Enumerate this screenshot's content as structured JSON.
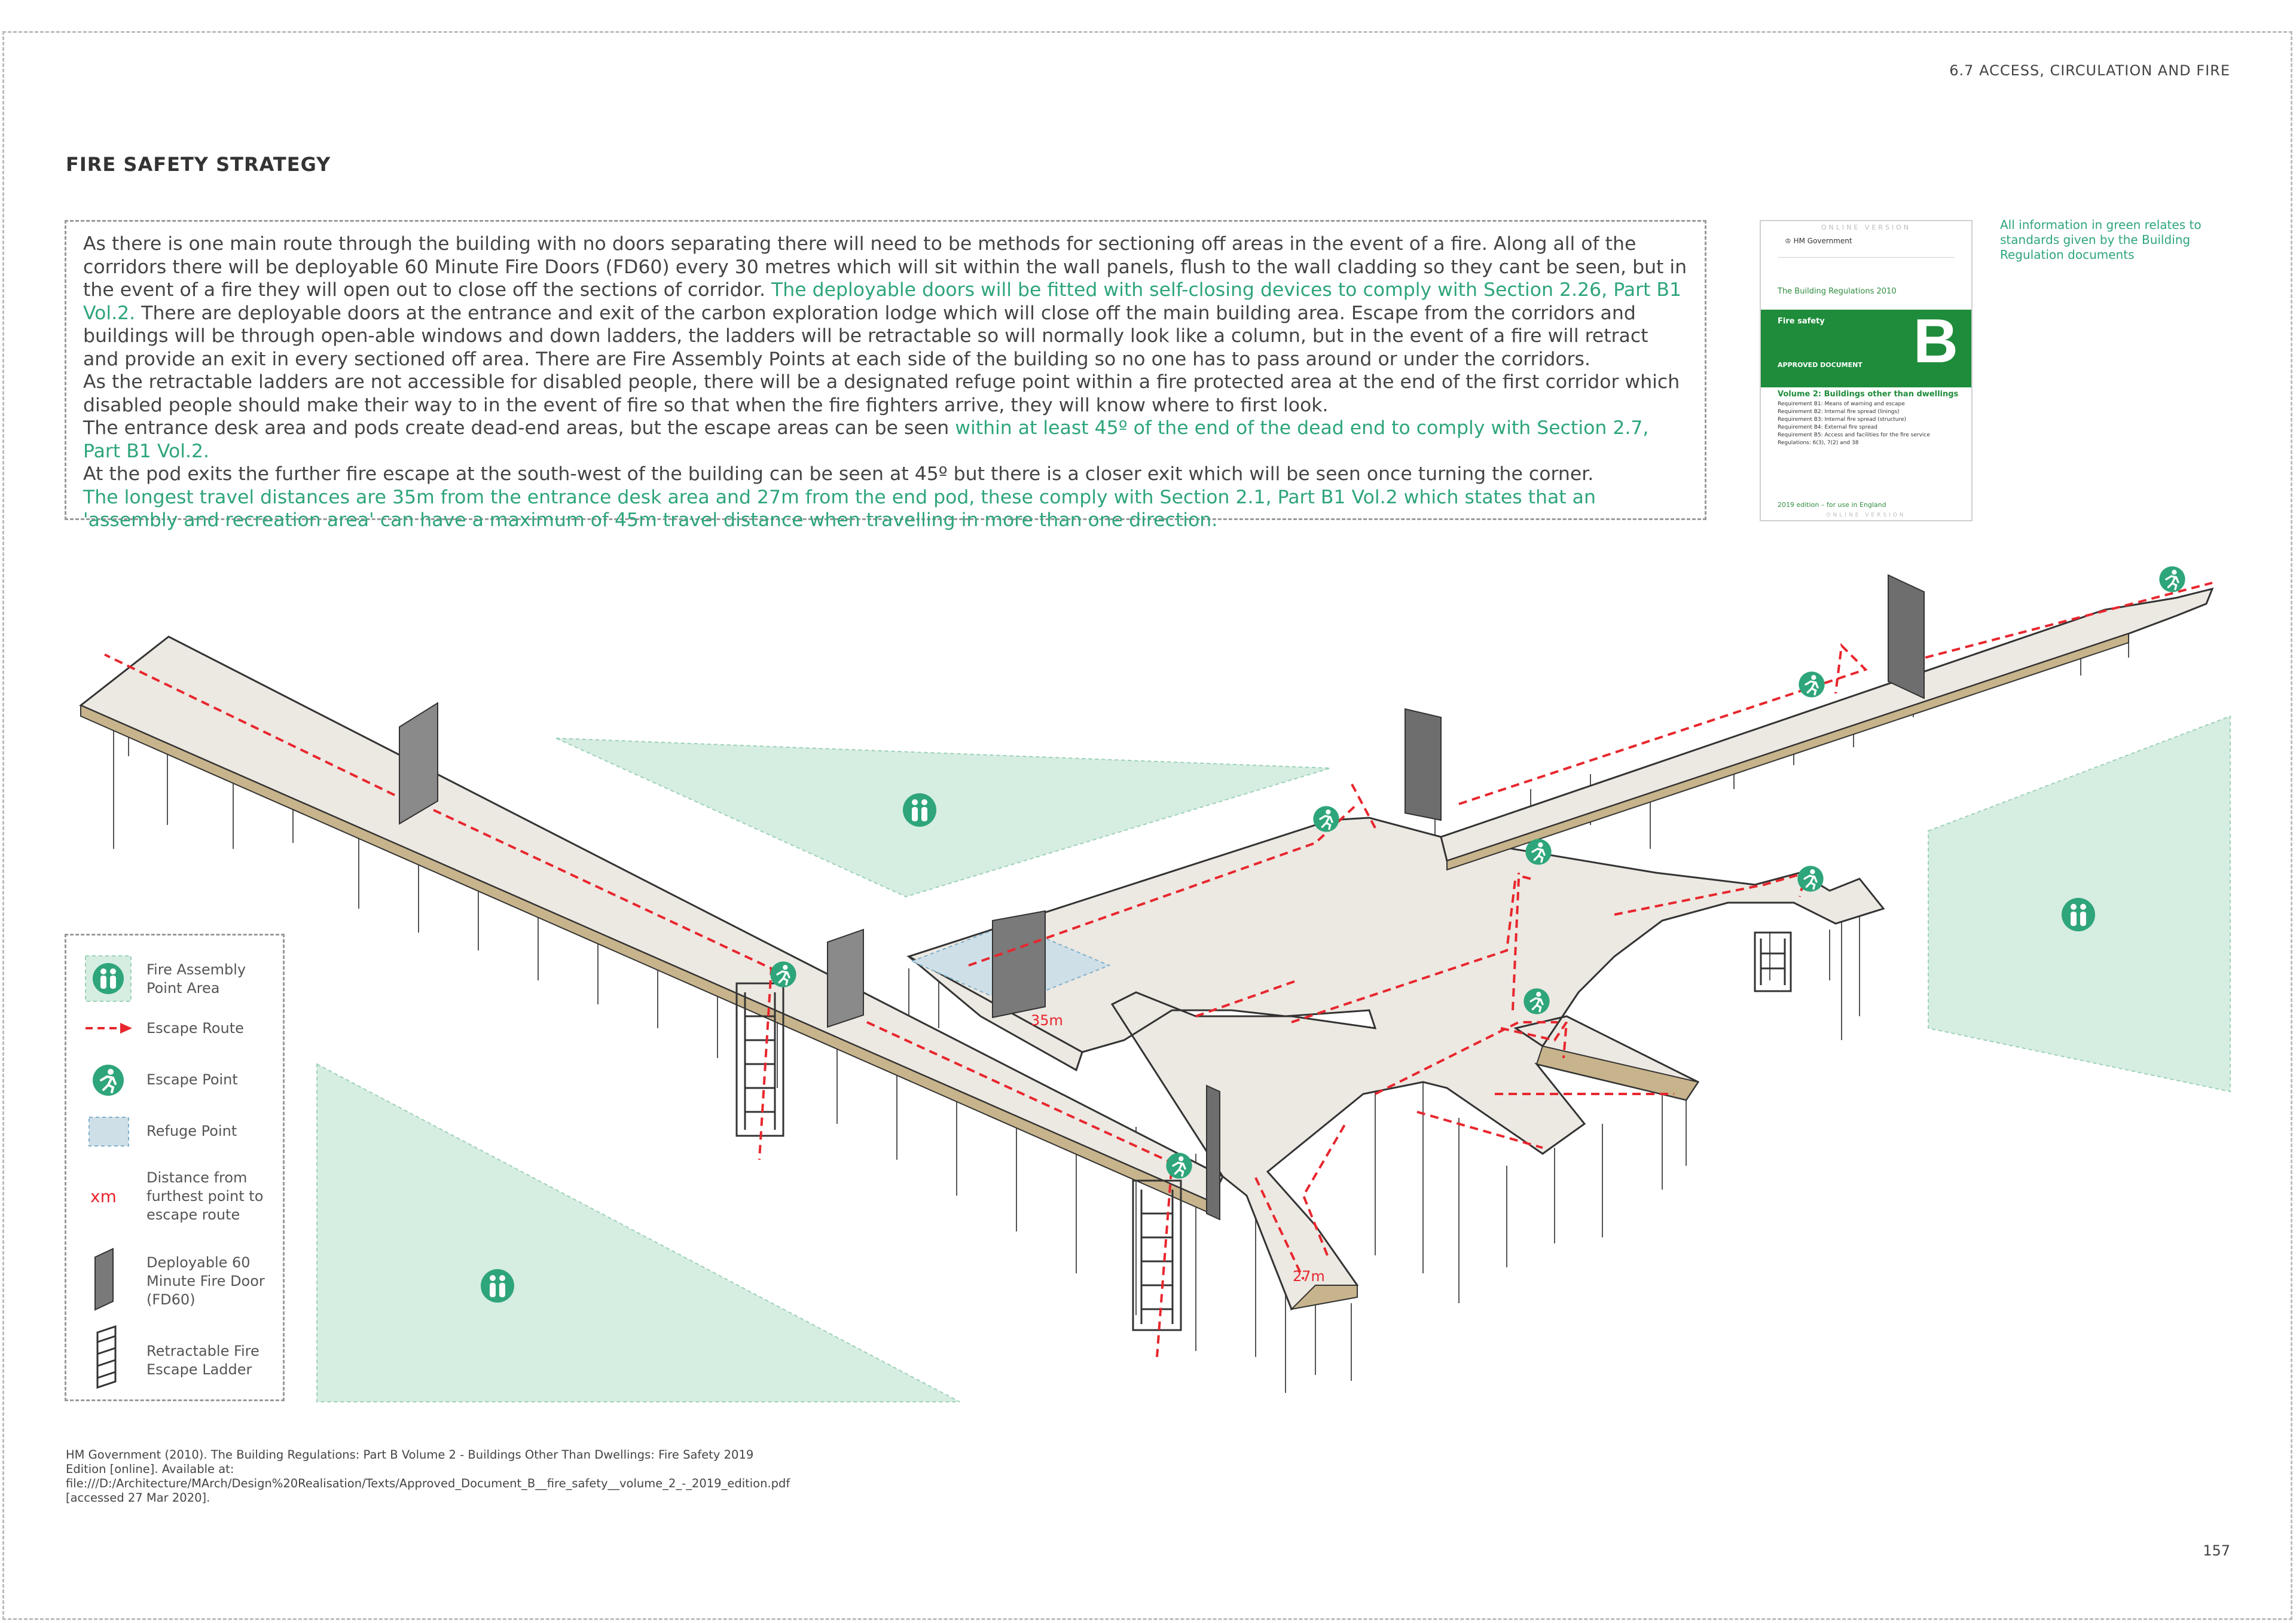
{
  "header": {
    "section": "6.7 ACCESS, CIRCULATION AND FIRE"
  },
  "title": "FIRE SAFETY STRATEGY",
  "body": {
    "p1_a": "As there is one main route through the building with no doors separating there will need to be methods for sectioning off areas in the event of a fire. Along all of the corridors there will be deployable 60 Minute Fire Doors (FD60) every 30 metres which will sit within the wall panels, flush to the wall cladding so they cant be seen, but in the event of a fire they will open out to close off the sections of corridor.",
    "p1_b": "The deployable doors will be fitted with self-closing devices to comply with Section 2.26, Part B1 Vol.2.",
    "p1_c": "There are deployable doors at the entrance and exit of the carbon exploration lodge which will close off the main building area. Escape from the corridors and buildings will be through open-able windows and down ladders, the ladders will be retractable so will normally look like a column, but in the event of a fire will retract and provide an exit in every sectioned off area. There are Fire Assembly Points at each side of the building so no one has to pass around or under the corridors.",
    "p2": "As the retractable ladders are not accessible for disabled people, there will be a designated refuge point within a fire protected area at the end of the first corridor which disabled people should make their way to in the event of fire so that when the fire fighters arrive, they will know where to first look.",
    "p3_a": "The entrance desk area and pods create dead-end areas, but the escape areas can be seen",
    "p3_b": "within at least 45º of the end of the dead end to comply with Section 2.7, Part B1 Vol.2.",
    "p4": "At the pod exits the further fire escape at the south-west of the building can be seen at 45º but there is a closer exit which will be seen once turning the corner.",
    "p5": "The longest travel distances are 35m from the entrance desk area and 27m from the end pod, these comply with Section 2.1, Part B1 Vol.2 which states that an 'assembly and recreation area' can have a maximum of 45m travel distance when travelling in more than one direction."
  },
  "document": {
    "online_top": "ONLINE VERSION",
    "publisher": "HM Government",
    "series": "The Building Regulations 2010",
    "subject": "Fire safety",
    "type": "APPROVED DOCUMENT",
    "letter": "B",
    "volume": "Volume 2: Buildings other than dwellings",
    "requirements": [
      "Requirement B1: Means of warning and escape",
      "Requirement B2: Internal fire spread (linings)",
      "Requirement B3: Internal fire spread (structure)",
      "Requirement B4: External fire spread",
      "Requirement B5: Access and facilities for the fire service",
      "Regulations: 6(3), 7(2) and 38"
    ],
    "edition": "2019 edition – for use in England",
    "online_bottom": "ONLINE VERSION"
  },
  "note": "All information in green relates to standards given by the Building Regulation documents",
  "legend": {
    "assembly": "Fire Assembly Point Area",
    "escape_route": "Escape Route",
    "escape_point": "Escape Point",
    "refuge": "Refuge Point",
    "distance_symbol": "xm",
    "distance": "Distance from furthest point to escape route",
    "door": "Deployable 60 Minute Fire Door (FD60)",
    "ladder": "Retractable Fire Escape Ladder"
  },
  "distances": [
    "35m",
    "27m"
  ],
  "reference": "HM Government (2010). The Building Regulations: Part B Volume 2 - Buildings Other Than Dwellings: Fire Safety 2019 Edition [online]. Available at: file:///D:/Architecture/MArch/Design%20Realisation/Texts/Approved_Document_B__fire_safety__volume_2_-_2019_edition.pdf [accessed 27 Mar 2020].",
  "page_number": "157",
  "colors": {
    "accent_green": "#2ea57a",
    "route_red": "#e8262d",
    "floor": "#ece8e2",
    "edge": "#c8b48c",
    "assembly_fill": "#d6ede2",
    "refuge_fill": "#cfdfe8"
  },
  "icons": [
    "fire-assembly-point-icon",
    "escape-point-icon",
    "fire-door-icon",
    "ladder-icon"
  ]
}
